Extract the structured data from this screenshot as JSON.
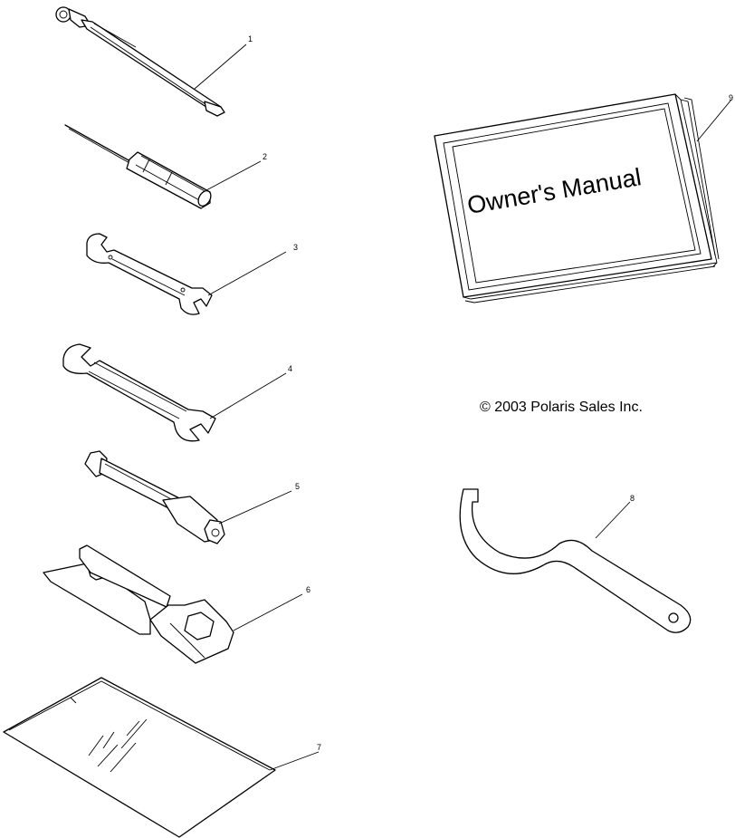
{
  "callouts": [
    "1",
    "2",
    "3",
    "4",
    "5",
    "6",
    "7",
    "8",
    "9"
  ],
  "manual": {
    "title": "Owner's Manual"
  },
  "copyright": "© 2003 Polaris Sales Inc."
}
